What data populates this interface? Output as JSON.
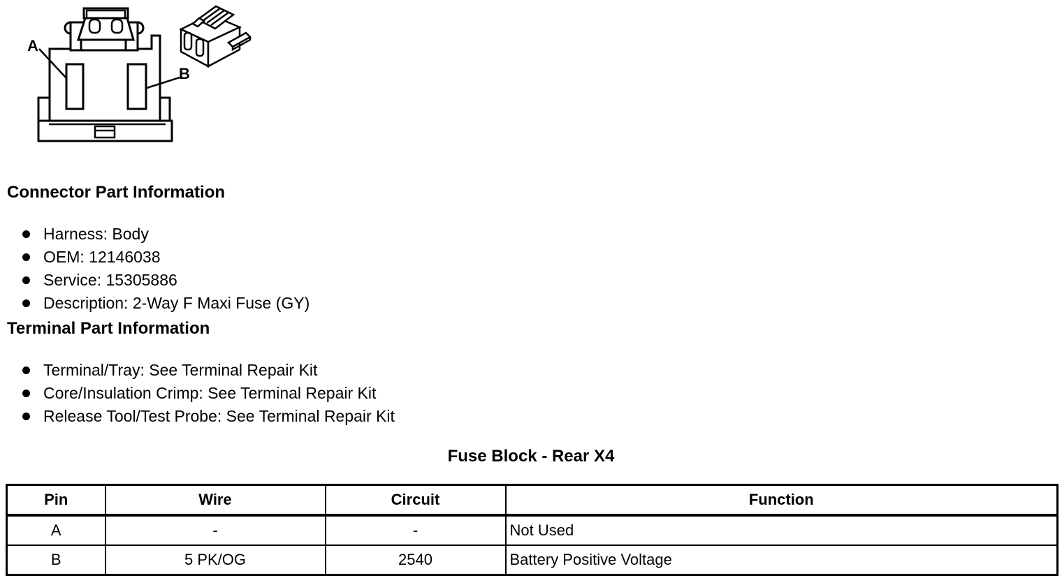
{
  "page": {
    "background": "#ffffff",
    "text_color": "#000000",
    "border_color": "#000000"
  },
  "diagram": {
    "description": "2-way maxi fuse connector line drawing, front view and isometric view",
    "pin_a_label": "A",
    "pin_b_label": "B"
  },
  "connector_section": {
    "heading": "Connector Part Information",
    "bullets": [
      "Harness: Body",
      "OEM: 12146038",
      "Service: 15305886",
      "Description: 2-Way F Maxi Fuse (GY)"
    ]
  },
  "terminal_section": {
    "heading": "Terminal Part Information",
    "bullets": [
      "Terminal/Tray: See Terminal Repair Kit",
      "Core/Insulation Crimp: See Terminal Repair Kit",
      "Release Tool/Test Probe: See Terminal Repair Kit"
    ]
  },
  "table": {
    "title": "Fuse Block - Rear X4",
    "headers": [
      "Pin",
      "Wire",
      "Circuit",
      "Function"
    ],
    "rows": [
      [
        "A",
        "-",
        "-",
        "Not Used"
      ],
      [
        "B",
        "5 PK/OG",
        "2540",
        "Battery Positive Voltage"
      ]
    ]
  }
}
